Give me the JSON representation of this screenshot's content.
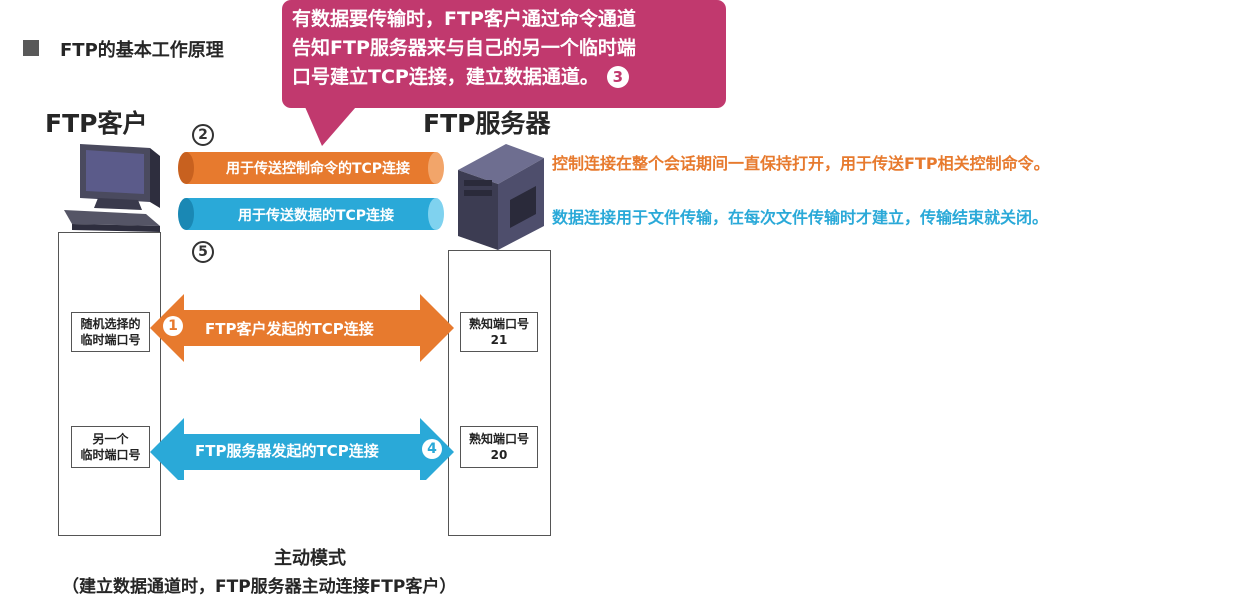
{
  "heading": "FTP的基本工作原理",
  "callout": {
    "lines": [
      "有数据要传输时，FTP客户通过命令通道",
      "告知FTP服务器来与自己的另一个临时端",
      "口号建立TCP连接，建立数据通道。"
    ],
    "step": "3"
  },
  "client": {
    "title": "FTP客户",
    "port1": [
      "随机选择的",
      "临时端口号"
    ],
    "port2": [
      "另一个",
      "临时端口号"
    ]
  },
  "server": {
    "title": "FTP服务器",
    "port1": [
      "熟知端口号",
      "21"
    ],
    "port2": [
      "熟知端口号",
      "20"
    ]
  },
  "pipes": {
    "control": {
      "label": "用于传送控制命令的TCP连接",
      "step": "2"
    },
    "data": {
      "label": "用于传送数据的TCP连接",
      "step": "5"
    }
  },
  "arrows": {
    "client_initiated": {
      "label": "FTP客户发起的TCP连接",
      "step": "1"
    },
    "server_initiated": {
      "label": "FTP服务器发起的TCP连接",
      "step": "4"
    }
  },
  "notes": {
    "control": "控制连接在整个会话期间一直保持打开，用于传送FTP相关控制命令。",
    "data": "数据连接用于文件传输，在每次文件传输时才建立，传输结束就关闭。"
  },
  "mode": {
    "title": "主动模式",
    "desc": "（建立数据通道时，FTP服务器主动连接FTP客户）"
  },
  "colors": {
    "orange": "#e77a2e",
    "cyan": "#2aa9d8",
    "magenta": "#c1396e"
  }
}
